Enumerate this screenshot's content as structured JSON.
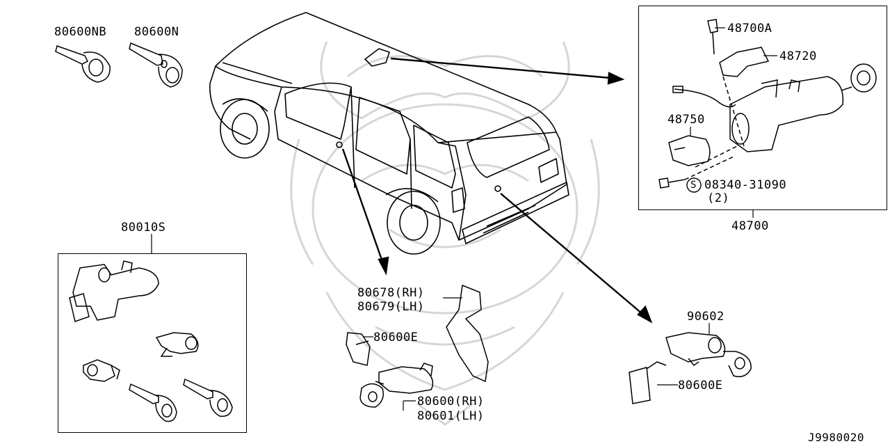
{
  "diagram_id": "J9980020",
  "parts": {
    "key_nb": "80600NB",
    "key_n": "80600N",
    "kit": "80010S",
    "steering_lock_assy": "48700",
    "bolt": "48700A",
    "clamp": "48720",
    "key_switch": "48750",
    "screw_part": "08340-31090",
    "screw_qty": "(2)",
    "screw_symbol": "S",
    "door_protector_rh": "80678(RH)",
    "door_protector_lh": "80679(LH)",
    "door_rod_clip": "80600E",
    "door_cylinder_rh": "80600(RH)",
    "door_cylinder_lh": "80601(LH)",
    "back_door_cylinder": "90602",
    "back_door_rod_clip": "80600E"
  }
}
